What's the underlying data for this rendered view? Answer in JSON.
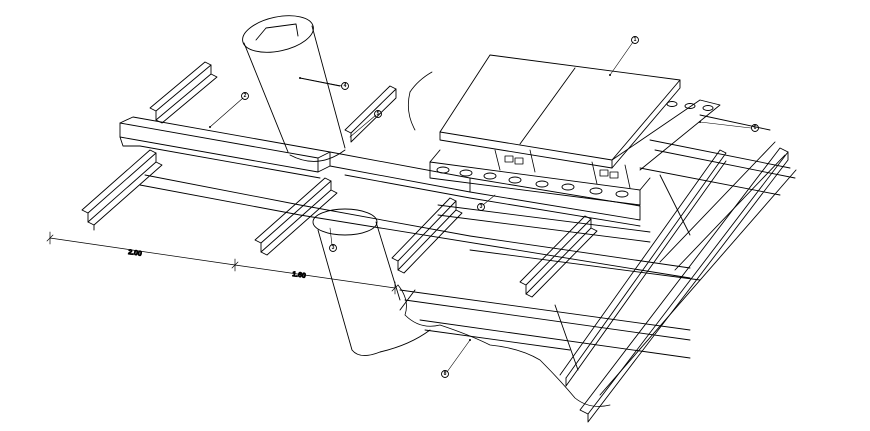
{
  "dimensions": {
    "span_1": "2.00",
    "span_2": "1.60"
  },
  "tags": {
    "deck_panel": "1",
    "beam_left": "2",
    "column_pipe": "4",
    "beam_right": "5",
    "pipe_base": "3",
    "web_stiffener": "3",
    "edge_beam": "6",
    "break_line": "8"
  },
  "colors": {
    "line": "#000000",
    "background": "#ffffff"
  }
}
